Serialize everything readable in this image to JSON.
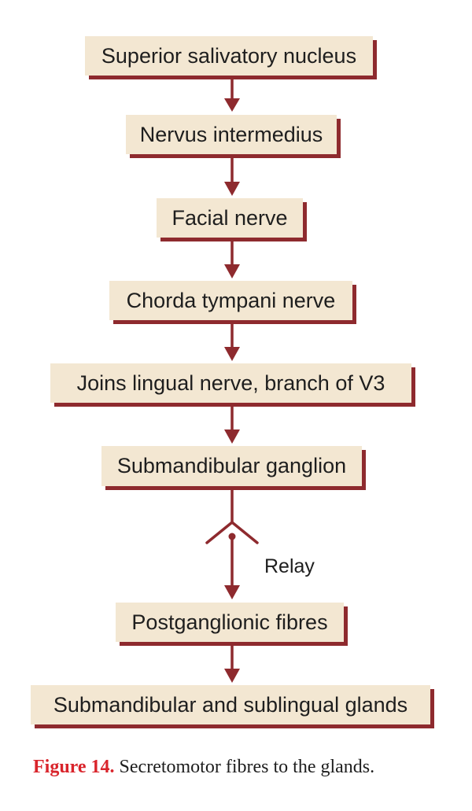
{
  "nodes": [
    {
      "id": "superior-salivatory-nucleus",
      "label": "Superior salivatory nucleus"
    },
    {
      "id": "nervus-intermedius",
      "label": "Nervus intermedius"
    },
    {
      "id": "facial-nerve",
      "label": "Facial nerve"
    },
    {
      "id": "chorda-tympani-nerve",
      "label": "Chorda tympani nerve"
    },
    {
      "id": "joins-lingual-nerve",
      "label": "Joins lingual nerve, branch of V3"
    },
    {
      "id": "submandibular-ganglion",
      "label": "Submandibular ganglion"
    },
    {
      "id": "postganglionic-fibres",
      "label": "Postganglionic fibres"
    },
    {
      "id": "submandibular-and-sublingual-glands",
      "label": "Submandibular and sublingual glands"
    }
  ],
  "edges": [
    {
      "from": "superior-salivatory-nucleus",
      "to": "nervus-intermedius"
    },
    {
      "from": "nervus-intermedius",
      "to": "facial-nerve"
    },
    {
      "from": "facial-nerve",
      "to": "chorda-tympani-nerve"
    },
    {
      "from": "chorda-tympani-nerve",
      "to": "joins-lingual-nerve"
    },
    {
      "from": "joins-lingual-nerve",
      "to": "submandibular-ganglion"
    },
    {
      "from": "submandibular-ganglion",
      "to": "postganglionic-fibres",
      "label": "Relay"
    },
    {
      "from": "postganglionic-fibres",
      "to": "submandibular-and-sublingual-glands"
    }
  ],
  "caption": {
    "figure_label": "Figure 14.",
    "text": " Secretomotor fibres to the glands."
  },
  "colors": {
    "box_fill": "#f3e7d2",
    "shadow_and_arrows": "#8e2a2e",
    "caption_label": "#d9242b"
  }
}
